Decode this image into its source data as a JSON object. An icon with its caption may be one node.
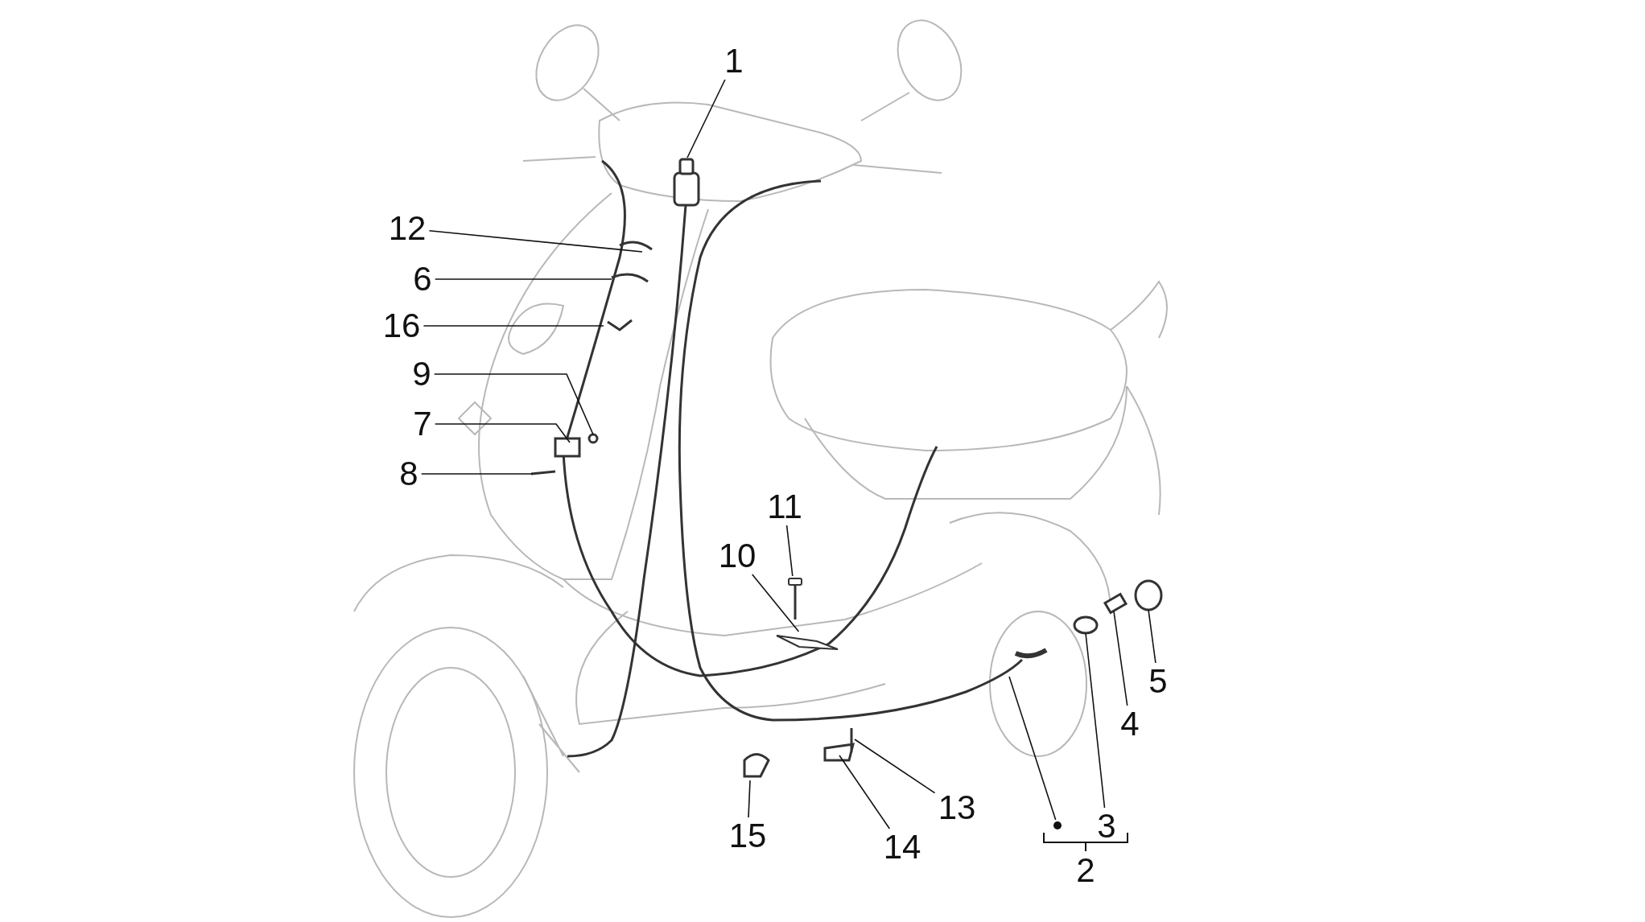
{
  "diagram": {
    "nodes": [
      {
        "text": [
          "1"
        ]
      },
      {
        "text": [
          "12"
        ]
      },
      {
        "text": [
          "6"
        ]
      },
      {
        "text": [
          "16"
        ]
      },
      {
        "text": [
          "9"
        ]
      },
      {
        "text": [
          "7"
        ]
      },
      {
        "text": [
          "8"
        ]
      },
      {
        "text": [
          "11"
        ]
      },
      {
        "text": [
          "10"
        ]
      },
      {
        "text": [
          "5"
        ]
      },
      {
        "text": [
          "4"
        ]
      },
      {
        "text": [
          "13"
        ]
      },
      {
        "text": [
          "15"
        ]
      },
      {
        "text": [],
        "shape": "circle"
      },
      {
        "text": [
          "3"
        ]
      },
      {
        "text": [
          "14"
        ]
      },
      {
        "text": [],
        "shape": "box"
      },
      {
        "text": [],
        "shape": "bar"
      }
    ],
    "edges": [
      {
        "from": 0,
        "to": null,
        "arrow": "none"
      },
      {
        "from": 1,
        "to": null,
        "arrow": "none"
      },
      {
        "from": 2,
        "to": null,
        "arrow": "none"
      },
      {
        "from": 3,
        "to": null,
        "arrow": "none"
      },
      {
        "from": 4,
        "to": null,
        "arrow": "none"
      },
      {
        "from": 5,
        "to": null,
        "arrow": "none"
      },
      {
        "from": 6,
        "to": null,
        "arrow": "none"
      },
      {
        "from": 7,
        "to": 16,
        "arrow": "none"
      },
      {
        "from": 8,
        "to": 17,
        "arrow": "none"
      },
      {
        "from": 9,
        "to": null,
        "arrow": "none"
      },
      {
        "from": 10,
        "to": null,
        "arrow": "none"
      },
      {
        "from": 11,
        "to": null,
        "arrow": "none"
      },
      {
        "from": 12,
        "to": null,
        "arrow": "none"
      },
      {
        "from": 13,
        "to": null,
        "arrow": "none"
      },
      {
        "from": 14,
        "to": null,
        "arrow": "none"
      },
      {
        "from": 15,
        "to": null,
        "arrow": "none"
      }
    ],
    "labels": [
      "2"
    ]
  }
}
